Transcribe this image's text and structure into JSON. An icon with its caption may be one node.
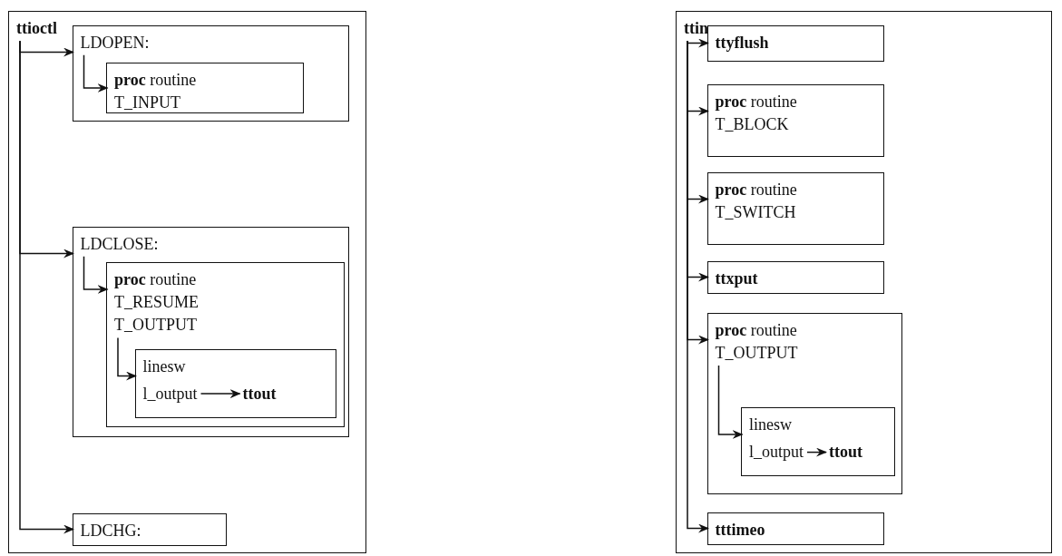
{
  "diagram": {
    "nodes": [
      {
        "text": [
          "ttioctl"
        ]
      },
      {
        "text": [
          "LDOPEN:"
        ],
        "in": 0
      },
      {
        "text": [
          "**proc** routine",
          "T_INPUT"
        ],
        "in": 1
      },
      {
        "text": [
          "LDCLOSE:"
        ],
        "in": 0
      },
      {
        "text": [
          "**proc** routine",
          "T_RESUME",
          "T_OUTPUT"
        ],
        "in": 3
      },
      {
        "text": [
          "linesw"
        ],
        "in": 4
      },
      {
        "text": [
          "l_output"
        ],
        "in": 5
      },
      {
        "text": [
          "ttout"
        ],
        "in": 5
      },
      {
        "text": [
          "LDCHG:"
        ],
        "in": 0
      },
      {
        "text": [
          "ttin"
        ]
      },
      {
        "text": [
          "ttyflush"
        ],
        "in": 9
      },
      {
        "text": [
          "**proc** routine",
          "T_BLOCK"
        ],
        "in": 9
      },
      {
        "text": [
          "**proc** routine",
          "T_SWITCH"
        ],
        "in": 9
      },
      {
        "text": [
          "ttxput"
        ],
        "in": 9
      },
      {
        "text": [
          "**proc** routine",
          "T_OUTPUT"
        ],
        "in": 9
      },
      {
        "text": [
          "linesw"
        ],
        "in": 14
      },
      {
        "text": [
          "l_output"
        ],
        "in": 15
      },
      {
        "text": [
          "ttout"
        ],
        "in": 15
      },
      {
        "text": [
          "tttimeo"
        ],
        "in": 9
      }
    ],
    "edges": [
      {
        "from": 0,
        "to": 1,
        "arrow": "to"
      },
      {
        "from": 1,
        "to": 2,
        "arrow": "to"
      },
      {
        "from": 0,
        "to": 3,
        "arrow": "to"
      },
      {
        "from": 3,
        "to": 4,
        "arrow": "to"
      },
      {
        "from": 4,
        "to": 5,
        "arrow": "to"
      },
      {
        "from": 6,
        "to": 7,
        "arrow": "to"
      },
      {
        "from": 0,
        "to": 8,
        "arrow": "to"
      },
      {
        "from": 9,
        "to": 10,
        "arrow": "to"
      },
      {
        "from": 9,
        "to": 11,
        "arrow": "to"
      },
      {
        "from": 9,
        "to": 12,
        "arrow": "to"
      },
      {
        "from": 9,
        "to": 13,
        "arrow": "to"
      },
      {
        "from": 9,
        "to": 14,
        "arrow": "to"
      },
      {
        "from": 14,
        "to": 15,
        "arrow": "to"
      },
      {
        "from": 16,
        "to": 17,
        "arrow": "to"
      },
      {
        "from": 9,
        "to": 18,
        "arrow": "to"
      }
    ]
  }
}
